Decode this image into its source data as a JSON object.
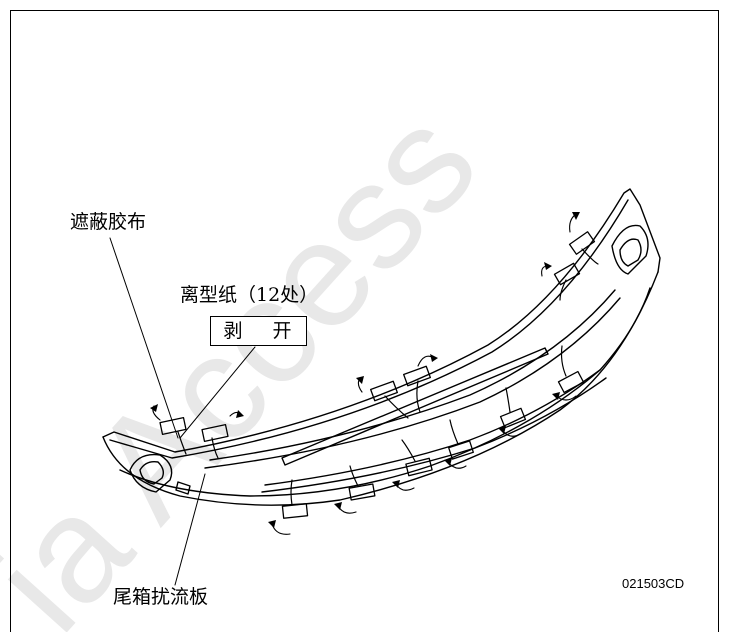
{
  "labels": {
    "masking_tape": "遮蔽胶布",
    "release_paper": "离型纸（12处）",
    "peel": "剥 开",
    "trunk_spoiler": "尾箱扰流板",
    "figure_code": "021503CD"
  },
  "watermark": {
    "text": "ia Access",
    "color": "#e8e8e8"
  }
}
